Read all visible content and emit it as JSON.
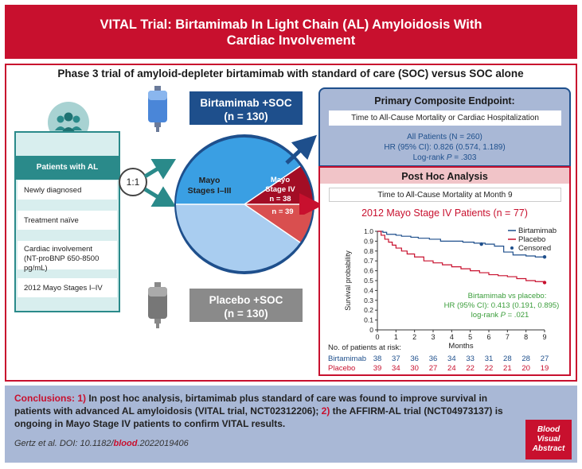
{
  "header": {
    "title_line1": "VITAL Trial: Birtamimab In Light Chain (AL) Amyloidosis With",
    "title_line2": "Cardiac Involvement"
  },
  "subtitle": "Phase 3 trial of amyloid-depleter birtamimab with standard of care (SOC) versus SOC alone",
  "patients": {
    "heading": "Patients with AL Amyloidosis",
    "items": [
      "Newly diagnosed",
      "Treatment naïve",
      "Cardiac involvement",
      "(NT-proBNP 650-8500 pg/mL)",
      "2012 Mayo Stages I–IV"
    ]
  },
  "ratio": "1:1",
  "arms": {
    "treat_line1": "Birtamimab +SOC",
    "treat_line2": "(n = 130)",
    "placebo_line1": "Placebo +SOC",
    "placebo_line2": "(n = 130)"
  },
  "pie": {
    "big_line1": "Mayo",
    "big_line2": "Stages I–III",
    "small_line1": "Mayo",
    "small_line2": "Stage IV",
    "small_n1": "n = 38",
    "small_n2": "n = 39"
  },
  "primary": {
    "title": "Primary Composite Endpoint:",
    "box": "Time to All-Cause Mortality or Cardiac Hospitalization",
    "all": "All Patients (N = 260)",
    "hr": "HR (95% CI): 0.826 (0.574, 1.189)",
    "logrank_prefix": "Log-rank ",
    "logrank_p": "P",
    "logrank_val": " = .303"
  },
  "posthoc": {
    "title": "Post Hoc Analysis",
    "box": "Time to All-Cause Mortality at Month 9",
    "group": "2012 Mayo Stage IV Patients (n = 77)"
  },
  "chart_data": {
    "type": "line",
    "xlabel": "Months",
    "ylabel": "Survival probability",
    "xlim": [
      0,
      9
    ],
    "ylim": [
      0,
      1.0
    ],
    "xticks": [
      "0",
      "1",
      "2",
      "3",
      "4",
      "5",
      "6",
      "7",
      "8",
      "9"
    ],
    "yticks": [
      "0",
      "0.1",
      "0.2",
      "0.3",
      "0.4",
      "0.5",
      "0.6",
      "0.7",
      "0.8",
      "0.9",
      "1.0"
    ],
    "legend_position": "top-right",
    "colors": {
      "birtamimab": "#1e4f8c",
      "placebo": "#c8102e"
    },
    "series": [
      {
        "name": "Birtamimab",
        "x": [
          0,
          0.3,
          0.5,
          1.0,
          1.3,
          1.8,
          2.2,
          2.8,
          3.4,
          4.0,
          4.6,
          5.2,
          5.8,
          6.3,
          6.8,
          7.3,
          8.0,
          8.5,
          9.0
        ],
        "y": [
          1.0,
          0.99,
          0.97,
          0.96,
          0.95,
          0.94,
          0.93,
          0.92,
          0.9,
          0.9,
          0.89,
          0.88,
          0.87,
          0.85,
          0.79,
          0.76,
          0.75,
          0.74,
          0.74
        ]
      },
      {
        "name": "Placebo",
        "x": [
          0,
          0.2,
          0.4,
          0.6,
          0.8,
          1.0,
          1.3,
          1.6,
          2.0,
          2.5,
          3.0,
          3.5,
          4.0,
          4.5,
          5.0,
          5.5,
          6.0,
          6.5,
          7.0,
          7.5,
          8.0,
          8.5,
          9.0
        ],
        "y": [
          1.0,
          0.96,
          0.92,
          0.89,
          0.86,
          0.83,
          0.8,
          0.77,
          0.74,
          0.7,
          0.68,
          0.66,
          0.64,
          0.62,
          0.6,
          0.58,
          0.56,
          0.55,
          0.54,
          0.52,
          0.5,
          0.49,
          0.48
        ]
      }
    ],
    "censored": {
      "name": "Censored",
      "x": [
        5.6,
        9.0
      ],
      "y": [
        0.87,
        0.74
      ]
    },
    "annotation": {
      "line1": "Birtamimab vs placebo:",
      "line2": "HR (95% CI): 0.413 (0.191, 0.895)",
      "line3_prefix": "log-rank ",
      "line3_p": "P",
      "line3_val": " = .021"
    },
    "at_risk": {
      "label": "No. of patients at risk:",
      "birtamimab": {
        "name": "Birtamimab",
        "values": [
          "38",
          "37",
          "36",
          "36",
          "34",
          "33",
          "31",
          "28",
          "28",
          "27"
        ]
      },
      "placebo": {
        "name": "Placebo",
        "values": [
          "39",
          "34",
          "30",
          "27",
          "24",
          "22",
          "22",
          "21",
          "20",
          "19"
        ]
      }
    }
  },
  "conclusion": {
    "label": "Conclusions: ",
    "n1": "1)",
    "text1": " In post hoc analysis, birtamimab plus standard of care was found to improve survival in patients with advanced AL amyloidosis (VITAL trial, NCT02312206); ",
    "n2": "2)",
    "text2": " the AFFIRM-AL trial (NCT04973137) is ongoing in Mayo Stage IV patients to confirm VITAL results."
  },
  "citation": {
    "pre": "Gertz et al. DOI: 10.1182/",
    "bold": "blood",
    "post": ".2022019406"
  },
  "badge": {
    "l1": "Blood",
    "l2": "Visual",
    "l3": "Abstract"
  }
}
